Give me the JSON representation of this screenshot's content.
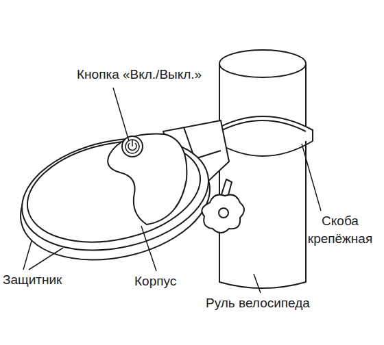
{
  "diagram": {
    "labels": [
      "Кнопка «Вкл./Выкл.»",
      "Защитник",
      "Корпус",
      "Скоба крепёжная",
      "Руль велосипеда"
    ]
  }
}
